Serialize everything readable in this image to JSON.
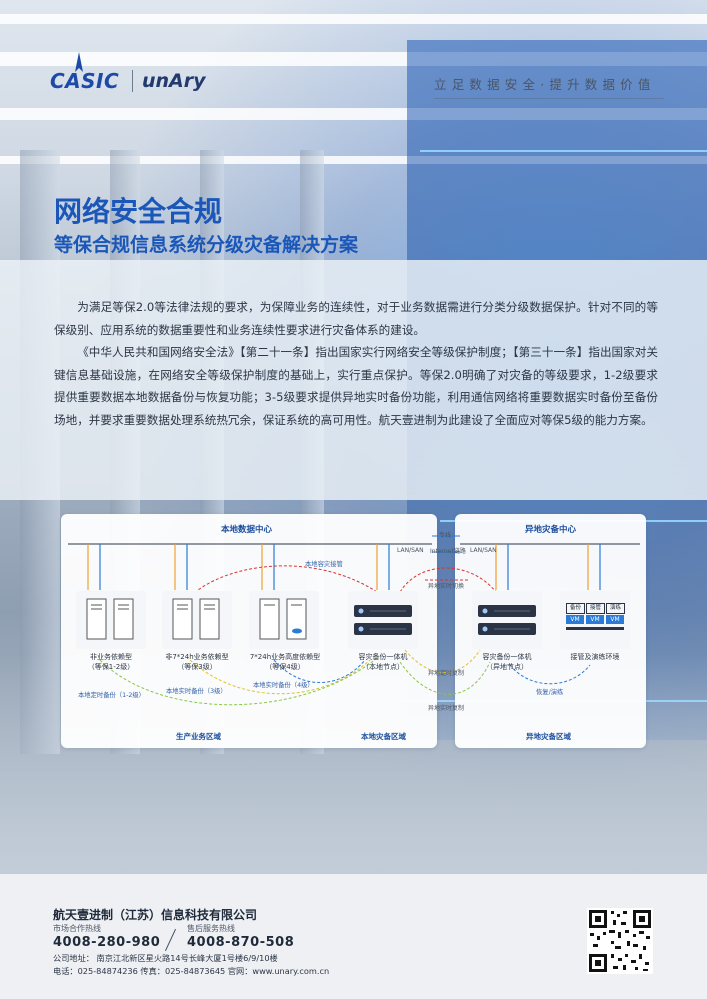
{
  "header": {
    "logo_left": "CASIC",
    "logo_right": "unAry",
    "slogan": "立足数据安全·提升数据价值"
  },
  "title": {
    "main": "网络安全合规",
    "sub": "等保合规信息系统分级灾备解决方案"
  },
  "intro": {
    "p1": "为满足等保2.0等法律法规的要求，为保障业务的连续性，对于业务数据需进行分类分级数据保护。针对不同的等保级别、应用系统的数据重要性和业务连续性要求进行灾备体系的建设。",
    "p2": "《中华人民共和国网络安全法》【第二十一条】指出国家实行网络安全等级保护制度；【第三十一条】指出国家对关键信息基础设施，在网络安全等级保护制度的基础上，实行重点保护。等保2.0明确了对灾备的等级要求，1-2级要求提供重要数据本地数据备份与恢复功能；3-5级要求提供异地实时备份功能，利用通信网络将重要数据实时备份至备份场地，并要求重要数据处理系统热冗余，保证系统的高可用性。航天壹进制为此建设了全面应对等保5级的能力方案。"
  },
  "diagram": {
    "local_center": "本地数据中心",
    "remote_center": "异地灾备中心",
    "links": {
      "dedicated_line": "专线",
      "internet_link": "Internet链路",
      "lan_san_left": "LAN/SAN",
      "lan_san_right": "LAN/SAN",
      "local_takeover": "本地容灾接管",
      "remote_switch": "异地实时切换",
      "remote_copy1": "异地定时复制",
      "remote_copy2": "异地实时复制"
    },
    "nodes": {
      "n1": {
        "line1": "非业务依赖型",
        "line2": "（等保1-2级）"
      },
      "n2": {
        "line1": "非7*24h业务依赖型",
        "line2": "（等保3级）"
      },
      "n3": {
        "line1": "7*24h业务高度依赖型",
        "line2": "（等保4级）"
      },
      "n4": {
        "line1": "容灾备份一体机",
        "line2": "（本地节点）"
      },
      "n5": {
        "line1": "容灾备份一体机",
        "line2": "（异地节点）"
      },
      "n6": {
        "line1": "接管及演练环境",
        "line2": ""
      }
    },
    "env_tags": [
      "备份",
      "接管",
      "演练"
    ],
    "vm": "VM",
    "flows": {
      "f1": "本地定时备份（1-2级）",
      "f2": "本地实时备份（3级）",
      "f3": "本地实时备份（4级）",
      "f4": "恢复/演练"
    },
    "zones": {
      "production": "生产业务区域",
      "local_dr": "本地灾备区域",
      "remote_dr": "异地灾备区域"
    }
  },
  "footer": {
    "company": "航天壹进制（江苏）信息科技有限公司",
    "sales_label": "市场合作热线",
    "sales_phone": "4008-280-980",
    "service_label": "售后服务热线",
    "service_phone": "4008-870-508",
    "address": "公司地址：  南京江北新区星火路14号长峰大厦1号楼6/9/10楼",
    "contact": "电话：025-84874236 传真：025-84873645 官网：www.unary.com.cn"
  },
  "colors": {
    "brand_blue": "#1b57b8",
    "orange_line": "#f0a030",
    "red_dash": "#e03030",
    "green_dash": "#8cc63f",
    "blue_dash": "#2a7ad8"
  }
}
